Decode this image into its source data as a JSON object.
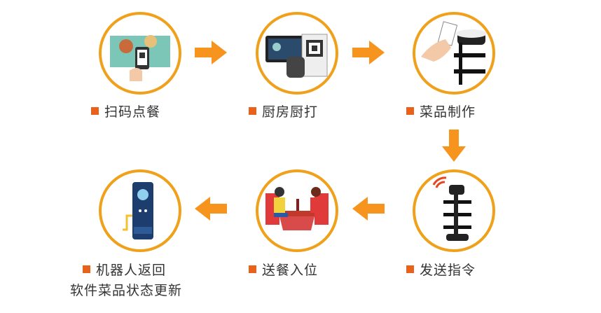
{
  "steps": [
    {
      "label": "扫码点餐"
    },
    {
      "label": "厨房厨打"
    },
    {
      "label": "菜品制作"
    },
    {
      "label": "发送指令"
    },
    {
      "label": "送餐入位"
    },
    {
      "label": "机器人返回",
      "label_line2": "软件菜品状态更新"
    }
  ],
  "colors": {
    "accent": "#f0a11b",
    "bullet": "#e8621c",
    "arrow": "#f7941d"
  }
}
